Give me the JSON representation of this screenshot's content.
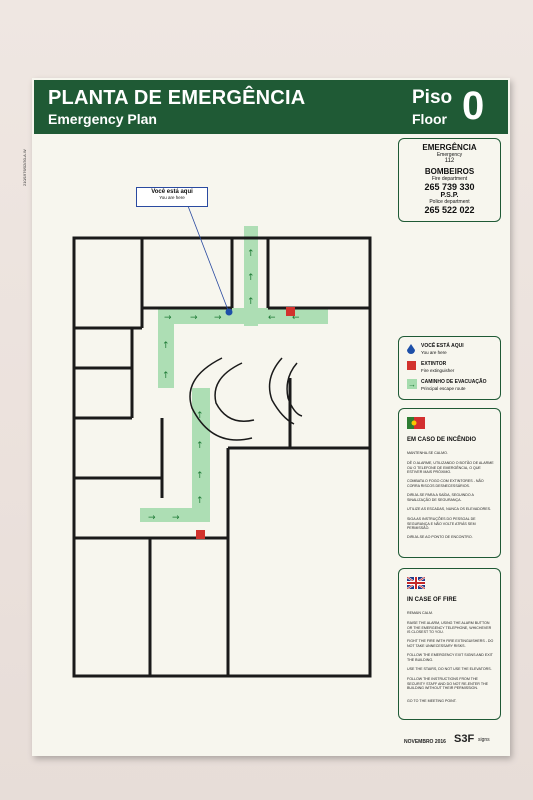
{
  "header": {
    "title_pt": "PLANTA DE EMERGÊNCIA",
    "title_en": "Emergency Plan",
    "floor_label_pt": "Piso",
    "floor_label_en": "Floor",
    "floor_number": "0"
  },
  "side_code": "210/1976/02/30-A.W",
  "contacts": {
    "emergencia_title": "EMERGÊNCIA",
    "emergencia_sub": "Emergency",
    "emergencia_number": "112",
    "bombeiros_title": "BOMBEIROS",
    "bombeiros_sub": "Fire department",
    "bombeiros_number": "265 739 330",
    "psp_title": "P.S.P.",
    "psp_sub": "Police department",
    "psp_number": "265 522 022"
  },
  "you_are_here": {
    "pt": "Você está aqui",
    "en": "You are here"
  },
  "legend": {
    "here_pt": "VOCÊ ESTÁ AQUI",
    "here_en": "You are here",
    "ext_pt": "EXTINTOR",
    "ext_en": "Fire extinguisher",
    "route_pt": "CAMINHO DE EVACUAÇÃO",
    "route_en": "Principal escape route"
  },
  "fire_pt": {
    "title": "EM CASO DE INCÊNDIO",
    "lines": [
      "MANTENHA-SE CALMO.",
      "DÊ O ALARME, UTILIZANDO O BOTÃO DE ALARME OU O TELEFONE DE EMERGÊNCIA, O QUE ESTIVER MAIS PRÓXIMO.",
      "COMBATA O FOGO COM EXTINTORES - NÃO CORRA RISCOS DESNECESSÁRIOS.",
      "DIRIJA-SE PARA A SAÍDA, SEGUINDO A SINALIZAÇÃO DE SEGURANÇA.",
      "UTILIZE AS ESCADAS, NUNCA OS ELEVADORES.",
      "SIGA AS INSTRUÇÕES DO PESSOAL DE SEGURANÇA E NÃO VOLTE ATRÁS SEM PERMISSÃO.",
      "DIRIJA-SE AO PONTO DE ENCONTRO."
    ]
  },
  "fire_en": {
    "title": "IN CASE OF FIRE",
    "lines": [
      "REMAIN CALM.",
      "RAISE THE ALARM, USING THE ALARM BUTTON OR THE EMERGENCY TELEPHONE, WHICHEVER IS CLOSEST TO YOU.",
      "FIGHT THE FIRE WITH FIRE EXTINGUISHERS - DO NOT TAKE UNNECESSARY RISKS.",
      "FOLLOW THE EMERGENCY EXIT SIGNS AND EXIT THE BUILDING.",
      "USE THE STAIRS, DO NOT USE THE ELEVATORS.",
      "FOLLOW THE INSTRUCTIONS FROM THE SECURITY STAFF AND DO NOT RE-ENTER THE BUILDING WITHOUT THEIR PERMISSION.",
      "GO TO THE MEETING POINT."
    ]
  },
  "footer": {
    "date": "NOVEMBRO 2016",
    "brand": "S3F",
    "brand_sub": "signs"
  },
  "colors": {
    "header_green": "#1f5a35",
    "route_green": "#8fd49a",
    "arrow_green": "#1d7a35",
    "extinguisher_red": "#d2322d",
    "wall": "#1a1a1a"
  }
}
